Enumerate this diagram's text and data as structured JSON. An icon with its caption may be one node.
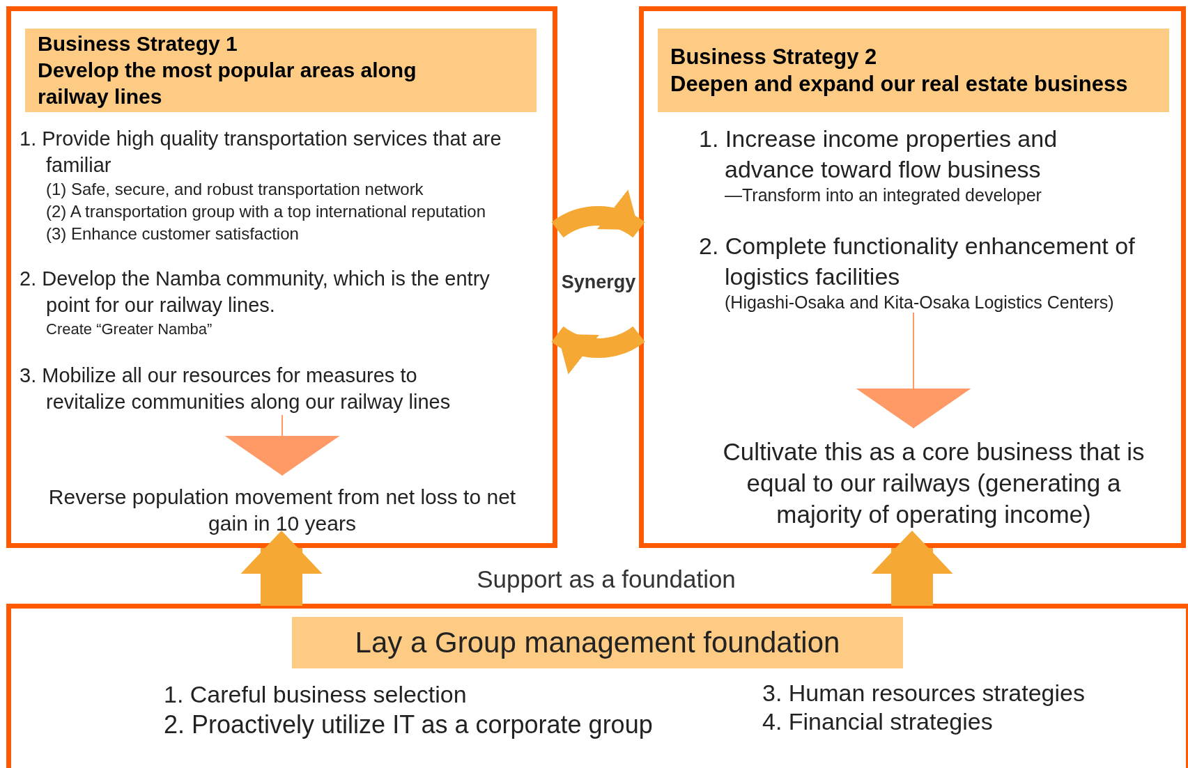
{
  "diagram": {
    "nodes": [
      {
        "text": [],
        "shape": "box"
      },
      {
        "text": [
          "Business Strategy 1",
          "Develop the most popular areas along railway lines"
        ],
        "in": 0
      },
      {
        "text": [
          "1. Provide high quality transportation services that are familiar",
          "(1) Safe, secure, and robust transportation network",
          "(2) A transportation group with a top international reputation",
          "(3) Enhance customer satisfaction",
          "2. Develop the Namba community, which is the entry point for our railway lines.",
          "Create “Greater Namba”",
          "3. Mobilize all our resources for measures to revitalize communities along our railway lines"
        ],
        "in": 0
      },
      {
        "text": [
          "Reverse population movement from net loss to net gain in 10 years"
        ],
        "in": 0
      },
      {
        "text": [],
        "shape": "box"
      },
      {
        "text": [
          "Business Strategy 2",
          "Deepen and expand our real estate business"
        ],
        "in": 4
      },
      {
        "text": [
          "1. Increase income properties and advance toward flow business",
          "—Transform into an integrated developer",
          "2. Complete functionality enhancement of logistics facilities",
          "(Higashi-Osaka and Kita-Osaka Logistics Centers)"
        ],
        "in": 4
      },
      {
        "text": [
          "Cultivate this as a core business that is equal to our railways (generating a majority of operating income)"
        ],
        "in": 4
      },
      {
        "text": [],
        "shape": "box"
      },
      {
        "text": [
          "Lay a Group management foundation"
        ],
        "in": 8
      },
      {
        "text": [
          "1. Careful business selection",
          "2. Proactively utilize IT as a corporate group"
        ],
        "in": 8
      },
      {
        "text": [
          "3. Human resources strategies",
          "4. Financial strategies"
        ],
        "in": 8
      }
    ],
    "edges": [
      {
        "from": 2,
        "to": 3,
        "arrow": "to",
        "color": "#ff9966"
      },
      {
        "from": 6,
        "to": 7,
        "arrow": "to",
        "color": "#ff9966"
      },
      {
        "from": 8,
        "to": 0,
        "arrow": "to",
        "style": "thick"
      },
      {
        "from": 8,
        "to": 4,
        "arrow": "to",
        "style": "thick"
      },
      {
        "from": 0,
        "to": 4,
        "arrow": "to"
      },
      {
        "from": 4,
        "to": 0,
        "arrow": "to"
      }
    ],
    "labels": [
      "Synergy",
      "Support as a foundation"
    ]
  }
}
